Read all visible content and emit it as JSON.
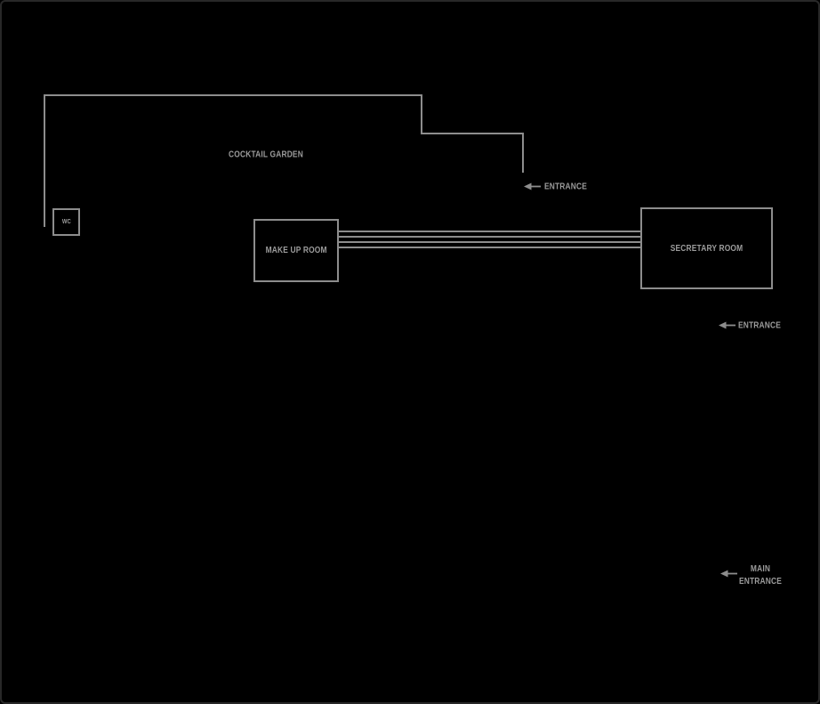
{
  "palette": {
    "background": "#000000",
    "frame_border": "#282828",
    "line_color": "#8d8d8d",
    "text_color": "#9c9c9c"
  },
  "icons": {
    "left_arrow": "left-pointing solid arrow"
  },
  "rooms": [
    {
      "id": "cocktail-garden",
      "label": "COCKTAIL GARDEN"
    },
    {
      "id": "wc",
      "label": "WC"
    },
    {
      "id": "make-up-room",
      "label": "MAKE UP ROOM"
    },
    {
      "id": "secretary-room",
      "label": "SECRETARY ROOM"
    }
  ],
  "entrances": [
    {
      "id": "garden-entrance",
      "label": "ENTRANCE"
    },
    {
      "id": "secretary-entrance",
      "label": "ENTRANCE"
    },
    {
      "id": "main-entrance",
      "lines": [
        "MAIN",
        "ENTRANCE"
      ]
    }
  ]
}
